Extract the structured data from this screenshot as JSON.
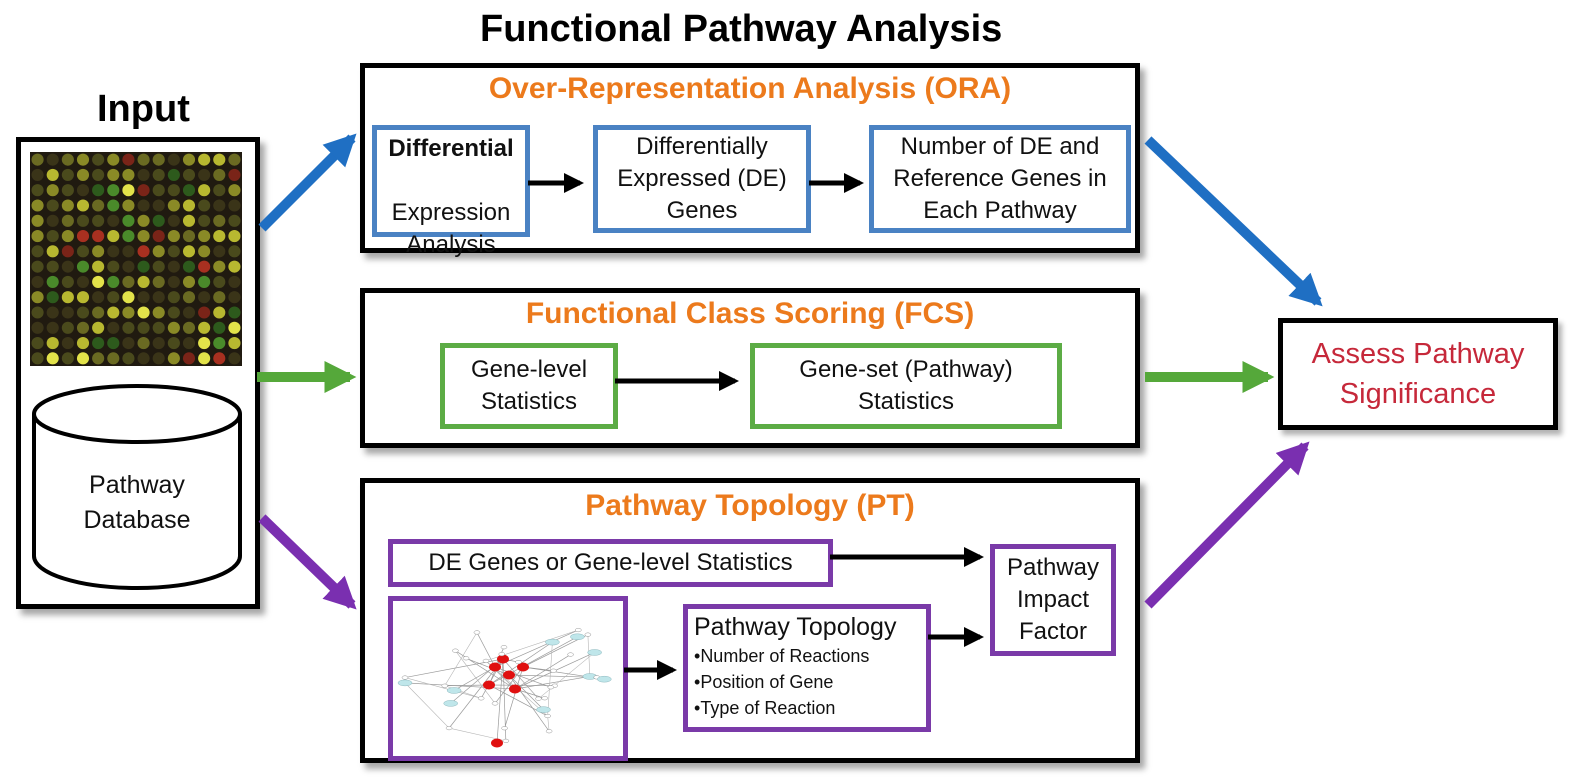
{
  "title": "Functional Pathway Analysis",
  "input": {
    "label": "Input",
    "database_label": "Pathway\nDatabase"
  },
  "ora": {
    "title": "Over-Representation Analysis (ORA)",
    "box1_line1": "Differential",
    "box1_rest": "Expression\nAnalysis",
    "box2": "Differentially\nExpressed (DE)\nGenes",
    "box3": "Number of DE and\nReference Genes in\nEach Pathway"
  },
  "fcs": {
    "title": "Functional Class Scoring (FCS)",
    "box1": "Gene-level\nStatistics",
    "box2": "Gene-set (Pathway)\nStatistics"
  },
  "pt": {
    "title": "Pathway Topology (PT)",
    "box_de": "DE Genes or Gene-level Statistics",
    "topology_title": "Pathway Topology",
    "topology_items": [
      "Number of Reactions",
      "Position of Gene",
      "Type of Reaction"
    ],
    "impact": "Pathway\nImpact\nFactor"
  },
  "output": {
    "label": "Assess Pathway\nSignificance"
  },
  "colors": {
    "ora": "#4a82c3",
    "fcs": "#5cac45",
    "pt": "#7a3aa8",
    "panel_title": "#ec7a1c",
    "output_text": "#c6283a"
  }
}
